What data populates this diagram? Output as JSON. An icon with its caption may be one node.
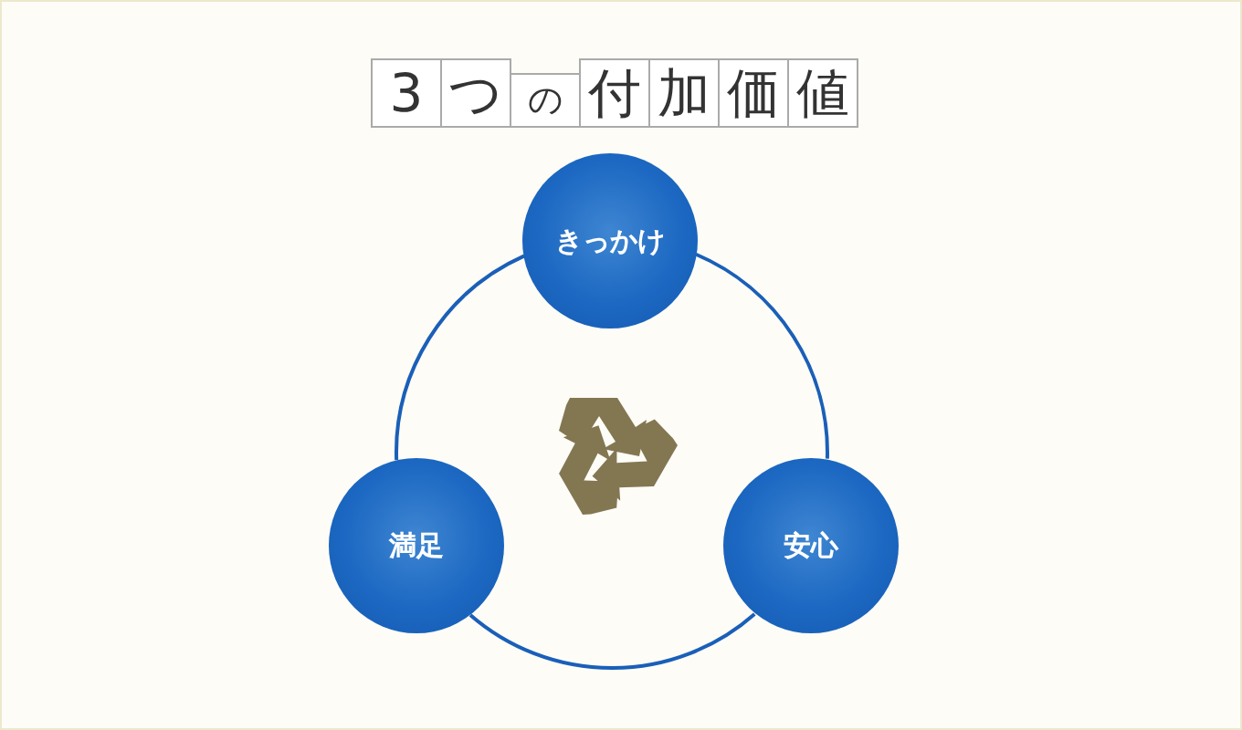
{
  "diagram": {
    "title": "3つの付加価値",
    "nodes": [
      {
        "text": [
          "きっかけ"
        ]
      },
      {
        "text": [
          "安心"
        ]
      },
      {
        "text": [
          "満足"
        ]
      }
    ],
    "edges": [
      {
        "from": 0,
        "to": 1,
        "arrow": "none"
      },
      {
        "from": 1,
        "to": 2,
        "arrow": "none"
      },
      {
        "from": 2,
        "to": 0,
        "arrow": "none"
      }
    ]
  }
}
